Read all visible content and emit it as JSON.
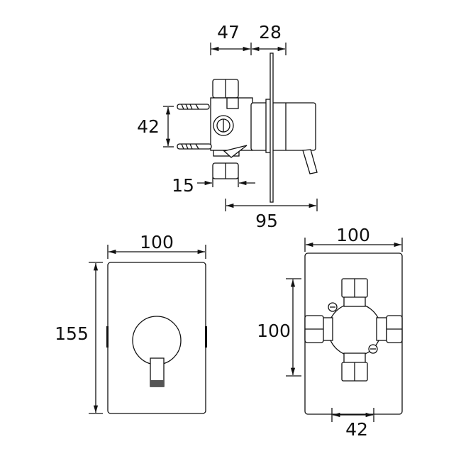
{
  "side_view": {
    "width_body": "47",
    "width_plate": "28",
    "height_fixings": "42",
    "offset": "15",
    "total_depth": "95"
  },
  "front_view": {
    "width": "100",
    "height": "155"
  },
  "rear_view": {
    "width": "100",
    "height": "100",
    "pipe_spacing": "42"
  },
  "colors": {
    "line": "#111111",
    "background": "#ffffff"
  }
}
